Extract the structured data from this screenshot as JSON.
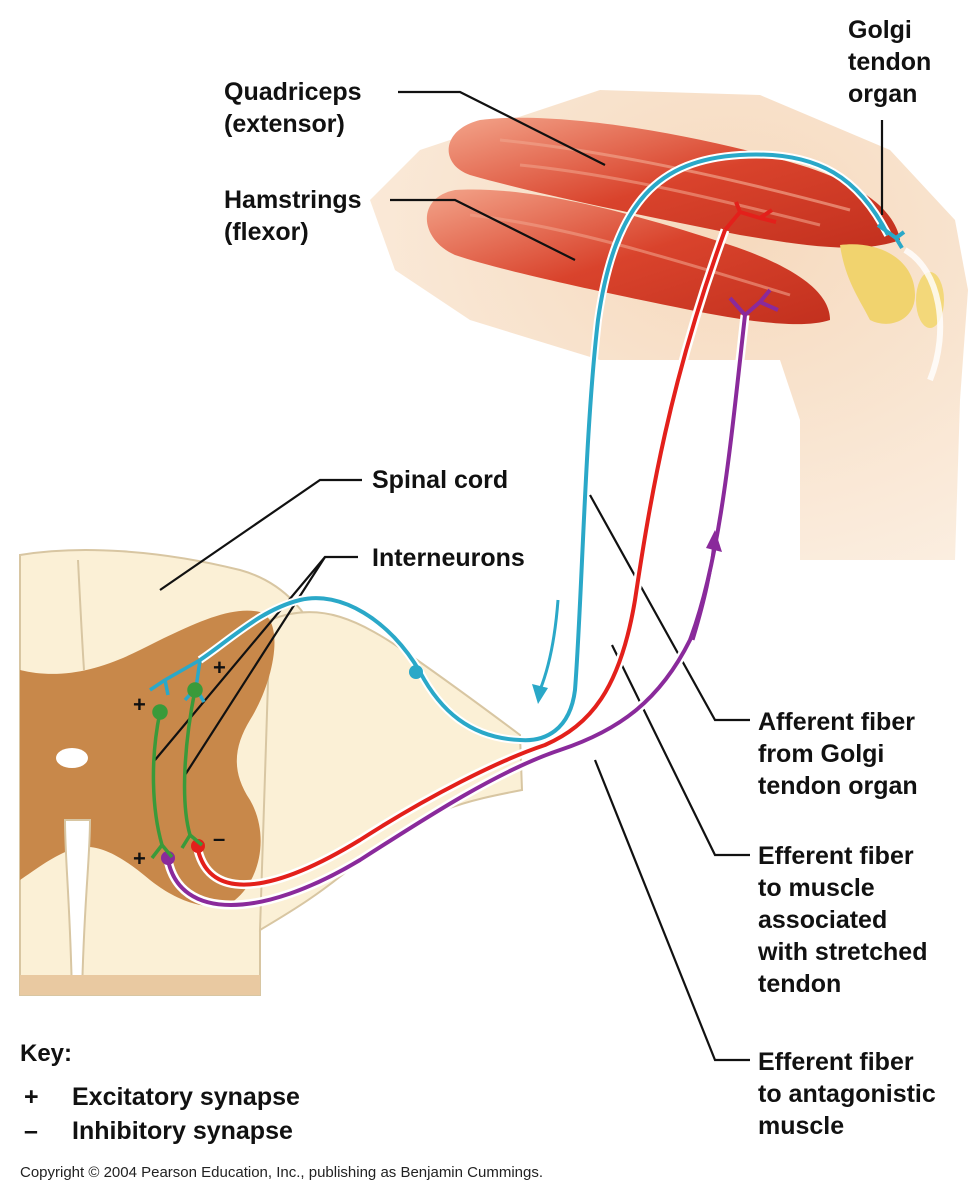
{
  "labels": {
    "golgi": [
      "Golgi",
      "tendon",
      "organ"
    ],
    "quadriceps": [
      "Quadriceps",
      "(extensor)"
    ],
    "hamstrings": [
      "Hamstrings",
      "(flexor)"
    ],
    "spinal_cord": "Spinal cord",
    "interneurons": "Interneurons",
    "afferent": [
      "Afferent fiber",
      "from Golgi",
      "tendon organ"
    ],
    "efferent_stretched": [
      "Efferent fiber",
      "to muscle",
      "associated",
      "with stretched",
      "tendon"
    ],
    "efferent_antagonistic": [
      "Efferent fiber",
      "to antagonistic",
      "muscle"
    ]
  },
  "synapse_signs": {
    "plus": "+",
    "minus": "–"
  },
  "key": {
    "title": "Key:",
    "excitatory": {
      "symbol": "+",
      "text": "Excitatory synapse"
    },
    "inhibitory": {
      "symbol": "–",
      "text": "Inhibitory synapse"
    }
  },
  "copyright": "Copyright © 2004 Pearson Education, Inc., publishing as Benjamin Cummings.",
  "colors": {
    "afferent_fiber": "#2aa8c8",
    "efferent_stretched": "#e3201b",
    "efferent_antagonistic": "#8a2a9b",
    "interneuron": "#3a9a3a",
    "muscle": "#d9432c",
    "gray_matter": "#c8884a",
    "white_matter": "#fbf0d6",
    "skin": "#f7e2cc"
  }
}
